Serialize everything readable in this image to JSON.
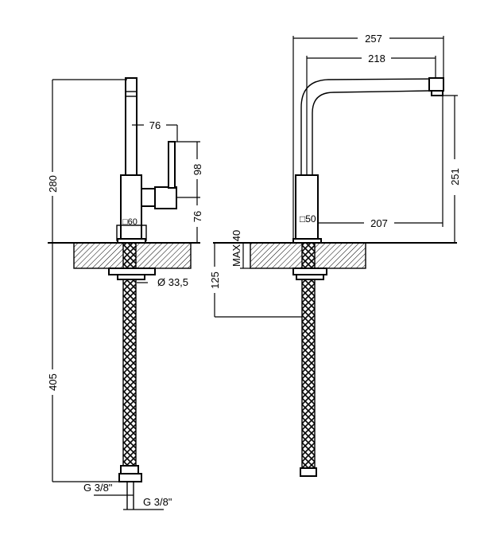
{
  "side_view": {
    "total_height": "280",
    "hose_length": "405",
    "handle_offset": "76",
    "handle_height": "98",
    "handle_base_height": "76",
    "base_size": "□60",
    "hole_diameter": "Ø 33,5",
    "connector_thread_1": "G 3/8\"",
    "connector_thread_2": "G 3/8\""
  },
  "front_view": {
    "overall_reach": "257",
    "spout_reach": "218",
    "spout_height": "251",
    "outlet_reach": "207",
    "base_size": "□50",
    "max_counter_thickness": "MAX 40",
    "under_counter_depth": "125"
  },
  "colors": {
    "line": "#000000",
    "background": "#ffffff"
  }
}
